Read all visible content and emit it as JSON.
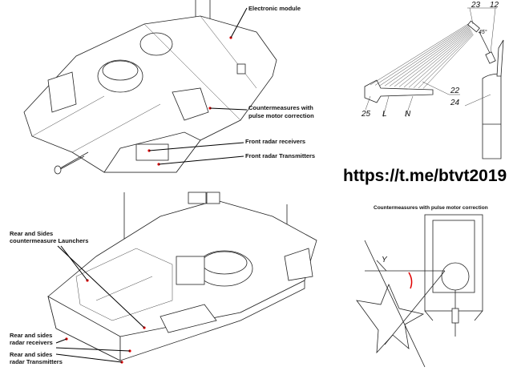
{
  "labels": {
    "electronic_module": "Electronic module",
    "countermeasures_top_1": "Countermeasures with",
    "countermeasures_top_2": "pulse motor correction",
    "front_receivers": "Front radar receivers",
    "front_transmitters": "Front radar Transmitters",
    "url": "https://t.me/btvt2019",
    "countermeasures_right": "Countermeasures with pulse motor correction",
    "rear_launchers_1": "Rear and Sides",
    "rear_launchers_2": "countermeasure Launchers",
    "rear_receivers_1": "Rear and sides",
    "rear_receivers_2": "radar receivers",
    "rear_transmitters_1": "Rear and sides",
    "rear_transmitters_2": "radar Transmitters"
  },
  "callouts": {
    "n23": "23",
    "n12": "12",
    "angle": "45°",
    "n22": "22",
    "n24": "24",
    "n25": "25",
    "L": "L",
    "N": "N",
    "Y": "Y"
  },
  "colors": {
    "marker": "#e00000"
  }
}
